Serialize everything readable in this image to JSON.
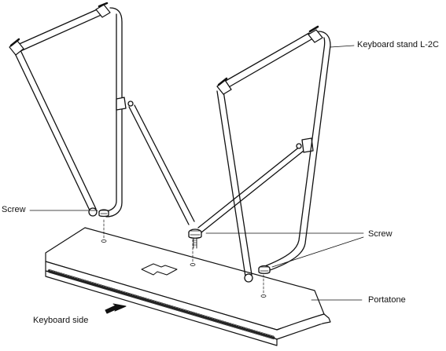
{
  "labels": {
    "stand": "Keyboard stand  L-2C",
    "screw_left": "Screw",
    "screw_right": "Screw",
    "portatone": "Portatone",
    "keyboard_side": "Keyboard side"
  }
}
